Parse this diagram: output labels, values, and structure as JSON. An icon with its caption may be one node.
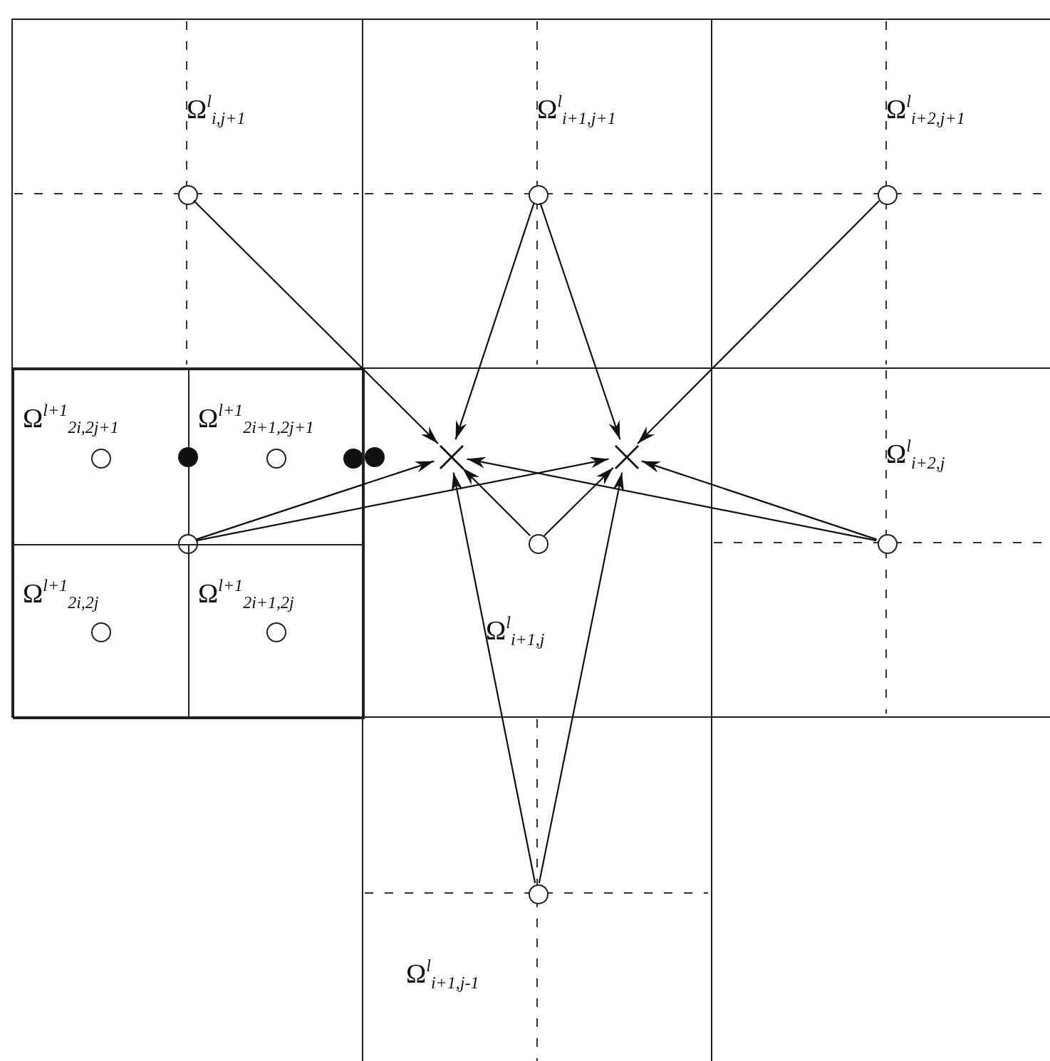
{
  "diagram": {
    "nodes": [
      {
        "text": [
          "Ω$^{l}$$_{i,j+1}$"
        ]
      },
      {
        "text": [],
        "shape": "circle",
        "in": 0
      },
      {
        "text": [
          "Ω$^{l}$$_{i+1,j+1}$"
        ]
      },
      {
        "text": [],
        "shape": "circle",
        "in": 2
      },
      {
        "text": [
          "Ω$^{l}$$_{i+2,j+1}$"
        ]
      },
      {
        "text": [],
        "shape": "circle",
        "in": 4
      },
      {
        "text": [],
        "shape": "box"
      },
      {
        "text": [
          "Ω$^{l+1}$$_{2i,2j+1}$"
        ],
        "in": 6
      },
      {
        "text": [],
        "shape": "circle",
        "in": 7
      },
      {
        "text": [
          "Ω$^{l+1}$$_{2i+1,2j+1}$"
        ],
        "in": 6
      },
      {
        "text": [],
        "shape": "dot",
        "in": 6
      },
      {
        "text": [],
        "shape": "circle",
        "in": 9
      },
      {
        "text": [],
        "shape": "dot",
        "in": 9
      },
      {
        "text": [],
        "shape": "circle",
        "in": 6
      },
      {
        "text": [
          "Ω$^{l+1}$$_{2i,2j}$"
        ],
        "in": 6
      },
      {
        "text": [],
        "shape": "circle",
        "in": 14
      },
      {
        "text": [
          "Ω$^{l+1}$$_{2i+1,2j}$"
        ],
        "in": 6
      },
      {
        "text": [],
        "shape": "circle",
        "in": 16
      },
      {
        "text": [
          "Ω$^{l}$$_{i+1,j}$"
        ]
      },
      {
        "text": [],
        "shape": "dot",
        "in": 18
      },
      {
        "text": [],
        "shape": "cross",
        "in": 18
      },
      {
        "text": [],
        "shape": "cross",
        "in": 18
      },
      {
        "text": [],
        "shape": "circle",
        "in": 18
      },
      {
        "text": [
          "Ω$^{l}$$_{i+2,j}$"
        ]
      },
      {
        "text": [],
        "shape": "circle",
        "in": 23
      },
      {
        "text": [
          "Ω$^{l}$$_{i+1,j-1}$"
        ]
      },
      {
        "text": [],
        "shape": "circle",
        "in": 25
      }
    ],
    "edges": [
      {
        "from": 1,
        "to": 20,
        "arrow": "to"
      },
      {
        "from": 3,
        "to": 20,
        "arrow": "to"
      },
      {
        "from": 3,
        "to": 21,
        "arrow": "to"
      },
      {
        "from": 5,
        "to": 21,
        "arrow": "to"
      },
      {
        "from": 13,
        "to": 20,
        "arrow": "to"
      },
      {
        "from": 13,
        "to": 21,
        "arrow": "to"
      },
      {
        "from": 24,
        "to": 20,
        "arrow": "to"
      },
      {
        "from": 24,
        "to": 21,
        "arrow": "to"
      },
      {
        "from": 22,
        "to": 20,
        "arrow": "to"
      },
      {
        "from": 22,
        "to": 21,
        "arrow": "to"
      },
      {
        "from": 26,
        "to": 20,
        "arrow": "to"
      },
      {
        "from": 26,
        "to": 21,
        "arrow": "to"
      }
    ]
  }
}
